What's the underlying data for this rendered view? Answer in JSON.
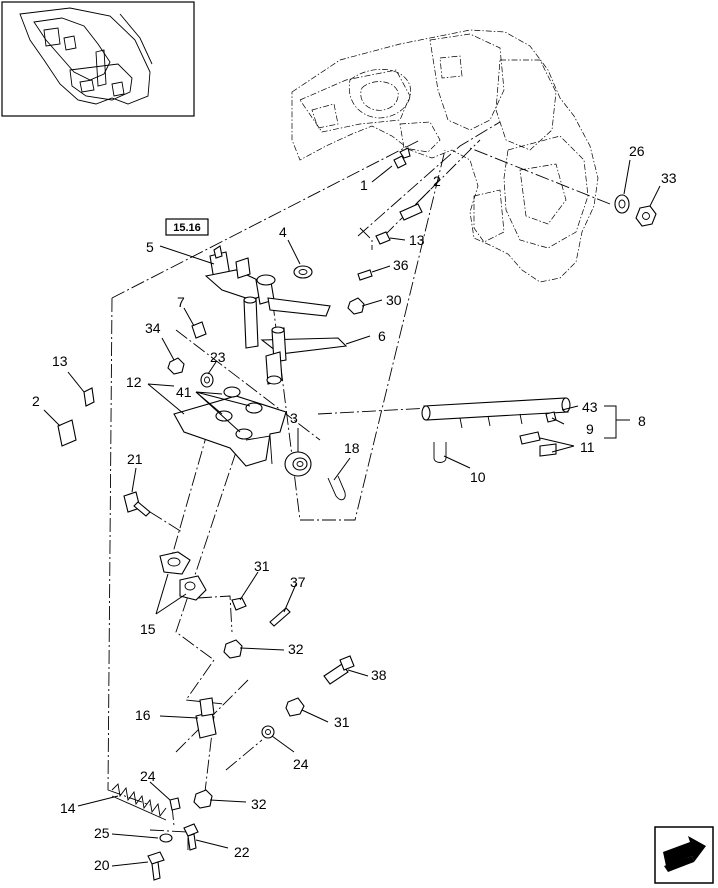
{
  "diagram": {
    "reference_box": "15.16",
    "callouts": [
      {
        "id": "c1",
        "text": "1"
      },
      {
        "id": "c2a",
        "text": "2"
      },
      {
        "id": "c13a",
        "text": "13"
      },
      {
        "id": "c26",
        "text": "26"
      },
      {
        "id": "c33",
        "text": "33"
      },
      {
        "id": "c5",
        "text": "5"
      },
      {
        "id": "c4",
        "text": "4"
      },
      {
        "id": "c36",
        "text": "36"
      },
      {
        "id": "c30",
        "text": "30"
      },
      {
        "id": "c7",
        "text": "7"
      },
      {
        "id": "c6",
        "text": "6"
      },
      {
        "id": "c34",
        "text": "34"
      },
      {
        "id": "c23",
        "text": "23"
      },
      {
        "id": "c13b",
        "text": "13"
      },
      {
        "id": "c2b",
        "text": "2"
      },
      {
        "id": "c12",
        "text": "12"
      },
      {
        "id": "c41",
        "text": "41"
      },
      {
        "id": "c3",
        "text": "3"
      },
      {
        "id": "c18",
        "text": "18"
      },
      {
        "id": "c43",
        "text": "43"
      },
      {
        "id": "c9",
        "text": "9"
      },
      {
        "id": "c8",
        "text": "8"
      },
      {
        "id": "c11",
        "text": "11"
      },
      {
        "id": "c10",
        "text": "10"
      },
      {
        "id": "c21",
        "text": "21"
      },
      {
        "id": "c31a",
        "text": "31"
      },
      {
        "id": "c37",
        "text": "37"
      },
      {
        "id": "c15",
        "text": "15"
      },
      {
        "id": "c32a",
        "text": "32"
      },
      {
        "id": "c38",
        "text": "38"
      },
      {
        "id": "c16",
        "text": "16"
      },
      {
        "id": "c31b",
        "text": "31"
      },
      {
        "id": "c24a",
        "text": "24"
      },
      {
        "id": "c24b",
        "text": "24"
      },
      {
        "id": "c32b",
        "text": "32"
      },
      {
        "id": "c14",
        "text": "14"
      },
      {
        "id": "c25",
        "text": "25"
      },
      {
        "id": "c22",
        "text": "22"
      },
      {
        "id": "c20",
        "text": "20"
      }
    ]
  }
}
